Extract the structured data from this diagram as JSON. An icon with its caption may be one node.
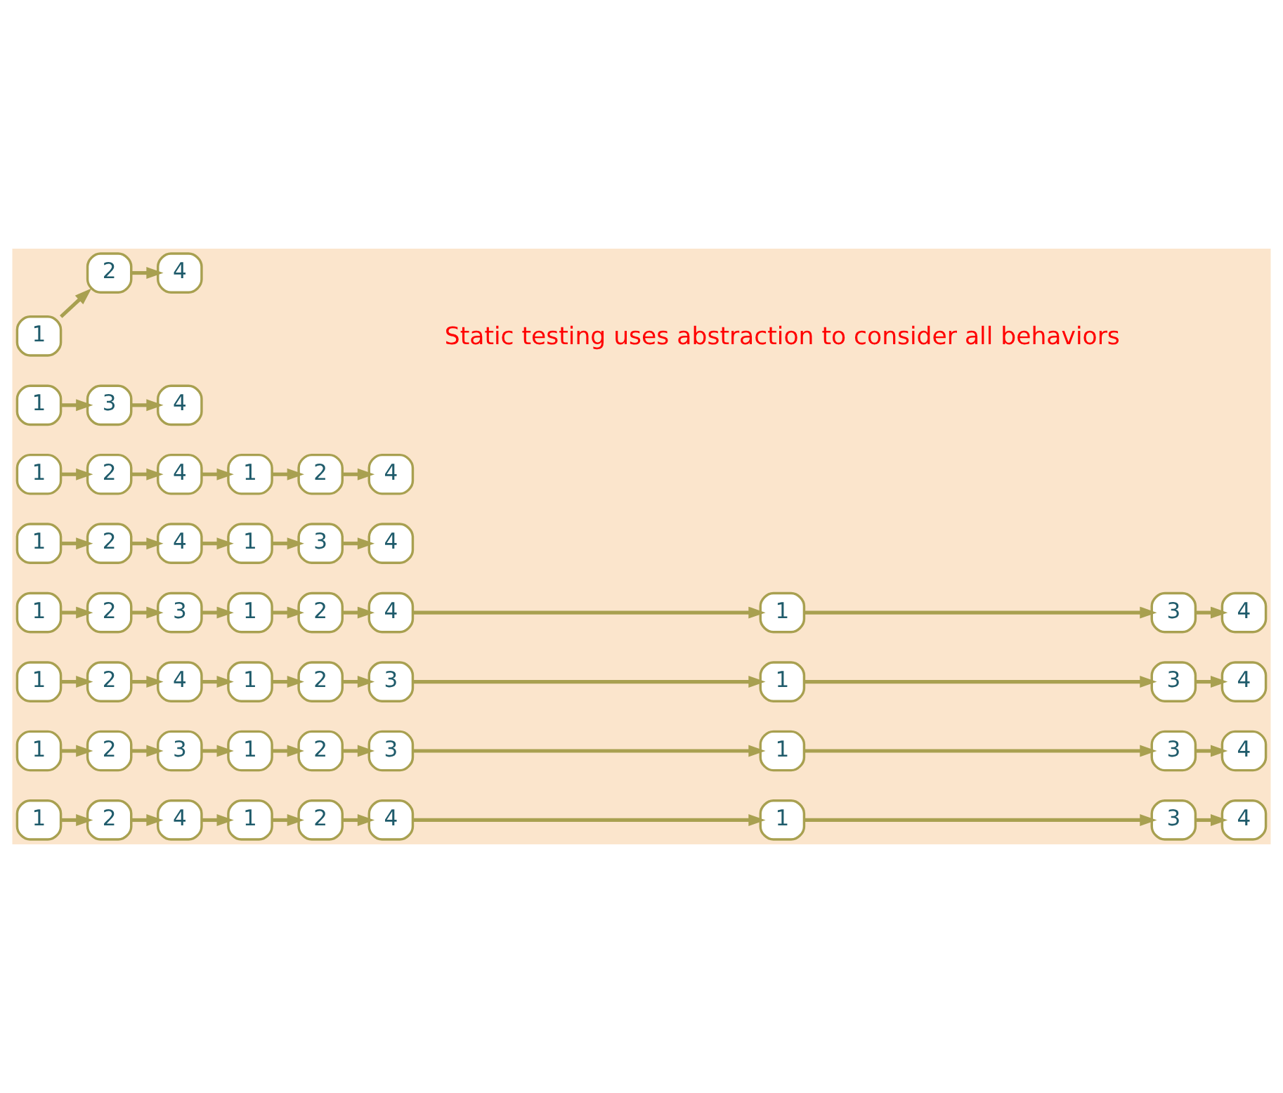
{
  "diagram": {
    "nodes": [
      {
        "text": [
          "1"
        ]
      },
      {
        "text": [
          "2"
        ]
      },
      {
        "text": [
          "4"
        ]
      },
      {
        "text": [
          "1"
        ]
      },
      {
        "text": [
          "3"
        ]
      },
      {
        "text": [
          "4"
        ]
      },
      {
        "text": [
          "1"
        ]
      },
      {
        "text": [
          "2"
        ]
      },
      {
        "text": [
          "4"
        ]
      },
      {
        "text": [
          "1"
        ]
      },
      {
        "text": [
          "2"
        ]
      },
      {
        "text": [
          "4"
        ]
      },
      {
        "text": [
          "1"
        ]
      },
      {
        "text": [
          "2"
        ]
      },
      {
        "text": [
          "4"
        ]
      },
      {
        "text": [
          "1"
        ]
      },
      {
        "text": [
          "3"
        ]
      },
      {
        "text": [
          "4"
        ]
      },
      {
        "text": [
          "1"
        ]
      },
      {
        "text": [
          "2"
        ]
      },
      {
        "text": [
          "3"
        ]
      },
      {
        "text": [
          "1"
        ]
      },
      {
        "text": [
          "2"
        ]
      },
      {
        "text": [
          "4"
        ]
      },
      {
        "text": [
          "1"
        ]
      },
      {
        "text": [
          "3"
        ]
      },
      {
        "text": [
          "4"
        ]
      },
      {
        "text": [
          "1"
        ]
      },
      {
        "text": [
          "2"
        ]
      },
      {
        "text": [
          "4"
        ]
      },
      {
        "text": [
          "1"
        ]
      },
      {
        "text": [
          "2"
        ]
      },
      {
        "text": [
          "3"
        ]
      },
      {
        "text": [
          "1"
        ]
      },
      {
        "text": [
          "3"
        ]
      },
      {
        "text": [
          "4"
        ]
      },
      {
        "text": [
          "1"
        ]
      },
      {
        "text": [
          "2"
        ]
      },
      {
        "text": [
          "3"
        ]
      },
      {
        "text": [
          "1"
        ]
      },
      {
        "text": [
          "2"
        ]
      },
      {
        "text": [
          "3"
        ]
      },
      {
        "text": [
          "1"
        ]
      },
      {
        "text": [
          "3"
        ]
      },
      {
        "text": [
          "4"
        ]
      },
      {
        "text": [
          "1"
        ]
      },
      {
        "text": [
          "2"
        ]
      },
      {
        "text": [
          "4"
        ]
      },
      {
        "text": [
          "1"
        ]
      },
      {
        "text": [
          "2"
        ]
      },
      {
        "text": [
          "4"
        ]
      },
      {
        "text": [
          "1"
        ]
      },
      {
        "text": [
          "3"
        ]
      },
      {
        "text": [
          "4"
        ]
      }
    ],
    "edges": [
      {
        "from": 0,
        "to": 1,
        "arrow": "to"
      },
      {
        "from": 1,
        "to": 2,
        "arrow": "to"
      },
      {
        "from": 3,
        "to": 4,
        "arrow": "to"
      },
      {
        "from": 4,
        "to": 5,
        "arrow": "to"
      },
      {
        "from": 6,
        "to": 7,
        "arrow": "to"
      },
      {
        "from": 7,
        "to": 8,
        "arrow": "to"
      },
      {
        "from": 8,
        "to": 9,
        "arrow": "to"
      },
      {
        "from": 9,
        "to": 10,
        "arrow": "to"
      },
      {
        "from": 10,
        "to": 11,
        "arrow": "to"
      },
      {
        "from": 12,
        "to": 13,
        "arrow": "to"
      },
      {
        "from": 13,
        "to": 14,
        "arrow": "to"
      },
      {
        "from": 14,
        "to": 15,
        "arrow": "to"
      },
      {
        "from": 15,
        "to": 16,
        "arrow": "to"
      },
      {
        "from": 16,
        "to": 17,
        "arrow": "to"
      },
      {
        "from": 18,
        "to": 19,
        "arrow": "to"
      },
      {
        "from": 19,
        "to": 20,
        "arrow": "to"
      },
      {
        "from": 20,
        "to": 21,
        "arrow": "to"
      },
      {
        "from": 21,
        "to": 22,
        "arrow": "to"
      },
      {
        "from": 22,
        "to": 23,
        "arrow": "to"
      },
      {
        "from": 23,
        "to": 24,
        "arrow": "to"
      },
      {
        "from": 24,
        "to": 25,
        "arrow": "to"
      },
      {
        "from": 25,
        "to": 26,
        "arrow": "to"
      },
      {
        "from": 27,
        "to": 28,
        "arrow": "to"
      },
      {
        "from": 28,
        "to": 29,
        "arrow": "to"
      },
      {
        "from": 29,
        "to": 30,
        "arrow": "to"
      },
      {
        "from": 30,
        "to": 31,
        "arrow": "to"
      },
      {
        "from": 31,
        "to": 32,
        "arrow": "to"
      },
      {
        "from": 32,
        "to": 33,
        "arrow": "to"
      },
      {
        "from": 33,
        "to": 34,
        "arrow": "to"
      },
      {
        "from": 34,
        "to": 35,
        "arrow": "to"
      },
      {
        "from": 36,
        "to": 37,
        "arrow": "to"
      },
      {
        "from": 37,
        "to": 38,
        "arrow": "to"
      },
      {
        "from": 38,
        "to": 39,
        "arrow": "to"
      },
      {
        "from": 39,
        "to": 40,
        "arrow": "to"
      },
      {
        "from": 40,
        "to": 41,
        "arrow": "to"
      },
      {
        "from": 41,
        "to": 42,
        "arrow": "to"
      },
      {
        "from": 42,
        "to": 43,
        "arrow": "to"
      },
      {
        "from": 43,
        "to": 44,
        "arrow": "to"
      },
      {
        "from": 45,
        "to": 46,
        "arrow": "to"
      },
      {
        "from": 46,
        "to": 47,
        "arrow": "to"
      },
      {
        "from": 47,
        "to": 48,
        "arrow": "to"
      },
      {
        "from": 48,
        "to": 49,
        "arrow": "to"
      },
      {
        "from": 49,
        "to": 50,
        "arrow": "to"
      },
      {
        "from": 50,
        "to": 51,
        "arrow": "to"
      },
      {
        "from": 51,
        "to": 52,
        "arrow": "to"
      },
      {
        "from": 52,
        "to": 53,
        "arrow": "to"
      }
    ],
    "labels": [
      "Static testing uses abstraction to consider all behaviors"
    ]
  }
}
